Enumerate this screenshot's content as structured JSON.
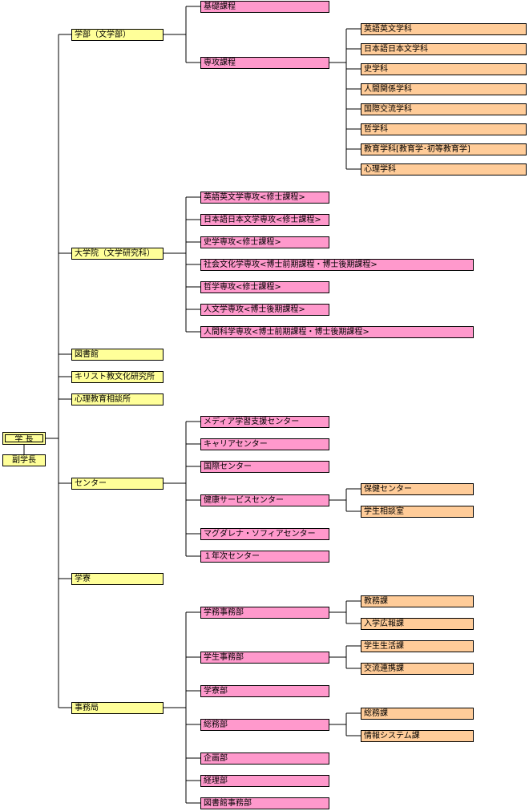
{
  "org": {
    "president": "学 長",
    "vice_president": "副学長",
    "gakubu": "学部（文学部）",
    "kiso": "基礎課程",
    "senko": "専攻課程",
    "departments": [
      "英語英文学科",
      "日本語日本文学科",
      "史学科",
      "人間関係学科",
      "国際交流学科",
      "哲学科",
      "教育学科[教育学･初等教育学]",
      "心理学科"
    ],
    "daigakuin": "大学院（文学研究科）",
    "grad_programs": [
      "英語英文学専攻<修士課程>",
      "日本語日本文学専攻<修士課程>",
      "史学専攻<修士課程>",
      "社会文化学専攻<博士前期課程・博士後期課程>",
      "哲学専攻<修士課程>",
      "人文学専攻<博士後期課程>",
      "人間科学専攻<博士前期課程・博士後期課程>"
    ],
    "library": "図書館",
    "christian_institute": "キリスト教文化研究所",
    "counseling": "心理教育相談所",
    "center": "センター",
    "centers": {
      "media": "メディア学習支援センター",
      "career": "キャリアセンター",
      "international": "国際センター",
      "health": "健康サービスセンター",
      "health_children": [
        "保健センター",
        "学生相談室"
      ],
      "magdalena": "マグダレナ・ソフィアセンター",
      "first_year": "１年次センター"
    },
    "dormitory": "学寮",
    "jimukyoku": "事務局",
    "offices": {
      "gakumu": "学務事務部",
      "gakumu_children": [
        "教務課",
        "入学広報課"
      ],
      "gakusei": "学生事務部",
      "gakusei_children": [
        "学生生活課",
        "交流連携課"
      ],
      "gakuryo": "学寮部",
      "somu": "総務部",
      "somu_children": [
        "総務課",
        "情報システム課"
      ],
      "kikaku": "企画部",
      "keiri": "経理部",
      "toshokan_jimu": "図書館事務部"
    }
  }
}
